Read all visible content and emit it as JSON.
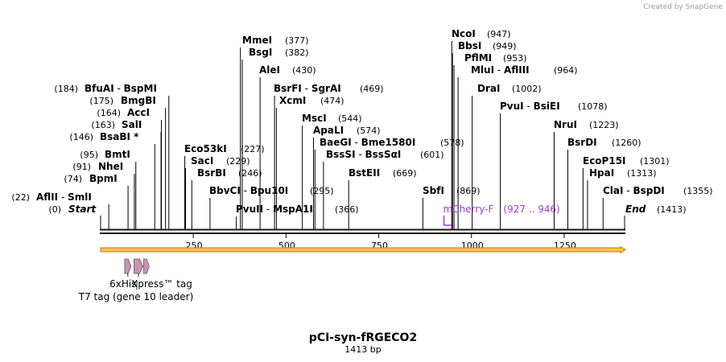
{
  "credit": "Created by SnapGene",
  "plasmid": {
    "name": "pCI-syn-fRGECO2",
    "length_label": "1413 bp",
    "length": 1413
  },
  "terminals": [
    {
      "name": "Start",
      "pos_label": "(0)",
      "pos": 0
    },
    {
      "name": "End",
      "pos_label": "(1413)",
      "pos": 1413
    }
  ],
  "ruler_ticks": [
    "250",
    "500",
    "750",
    "1000",
    "1250"
  ],
  "sites": [
    {
      "names": [
        "AflII",
        "SmlI"
      ],
      "pos": 22,
      "pos_label": "(22)"
    },
    {
      "names": [
        "BpmI"
      ],
      "pos": 74,
      "pos_label": "(74)"
    },
    {
      "names": [
        "NheI"
      ],
      "pos": 91,
      "pos_label": "(91)"
    },
    {
      "names": [
        "BmtI"
      ],
      "pos": 95,
      "pos_label": "(95)"
    },
    {
      "names": [
        "BsaBI *"
      ],
      "pos": 146,
      "pos_label": "(146)"
    },
    {
      "names": [
        "SalI"
      ],
      "pos": 163,
      "pos_label": "(163)"
    },
    {
      "names": [
        "AccI"
      ],
      "pos": 164,
      "pos_label": "(164)"
    },
    {
      "names": [
        "BmgBI"
      ],
      "pos": 175,
      "pos_label": "(175)"
    },
    {
      "names": [
        "BfuAI",
        "BspMI"
      ],
      "pos": 184,
      "pos_label": "(184)"
    },
    {
      "names": [
        "Eco53kI"
      ],
      "pos": 227,
      "pos_label": "(227)"
    },
    {
      "names": [
        "SacI"
      ],
      "pos": 229,
      "pos_label": "(229)"
    },
    {
      "names": [
        "BsrBI"
      ],
      "pos": 246,
      "pos_label": "(246)"
    },
    {
      "names": [
        "BbvCI",
        "Bpu10I"
      ],
      "pos": 295,
      "pos_label": "(295)"
    },
    {
      "names": [
        "PvuII",
        "MspA1I"
      ],
      "pos": 366,
      "pos_label": "(366)"
    },
    {
      "names": [
        "MmeI"
      ],
      "pos": 377,
      "pos_label": "(377)"
    },
    {
      "names": [
        "BsgI"
      ],
      "pos": 382,
      "pos_label": "(382)"
    },
    {
      "names": [
        "AleI"
      ],
      "pos": 430,
      "pos_label": "(430)"
    },
    {
      "names": [
        "BsrFI",
        "SgrAI"
      ],
      "pos": 469,
      "pos_label": "(469)"
    },
    {
      "names": [
        "XcmI"
      ],
      "pos": 474,
      "pos_label": "(474)"
    },
    {
      "names": [
        "MscI"
      ],
      "pos": 544,
      "pos_label": "(544)"
    },
    {
      "names": [
        "ApaLI"
      ],
      "pos": 574,
      "pos_label": "(574)"
    },
    {
      "names": [
        "BaeGI",
        "Bme1580I"
      ],
      "pos": 578,
      "pos_label": "(578)"
    },
    {
      "names": [
        "BssSI",
        "BssSαI"
      ],
      "pos": 601,
      "pos_label": "(601)"
    },
    {
      "names": [
        "BstEII"
      ],
      "pos": 669,
      "pos_label": "(669)"
    },
    {
      "names": [
        "SbfI"
      ],
      "pos": 869,
      "pos_label": "(869)"
    },
    {
      "names": [
        "NcoI"
      ],
      "pos": 947,
      "pos_label": "(947)"
    },
    {
      "names": [
        "BbsI"
      ],
      "pos": 949,
      "pos_label": "(949)"
    },
    {
      "names": [
        "PflMI"
      ],
      "pos": 953,
      "pos_label": "(953)"
    },
    {
      "names": [
        "MluI",
        "AflIII"
      ],
      "pos": 964,
      "pos_label": "(964)"
    },
    {
      "names": [
        "DraI"
      ],
      "pos": 1002,
      "pos_label": "(1002)"
    },
    {
      "names": [
        "PvuI",
        "BsiEI"
      ],
      "pos": 1078,
      "pos_label": "(1078)"
    },
    {
      "names": [
        "NruI"
      ],
      "pos": 1223,
      "pos_label": "(1223)"
    },
    {
      "names": [
        "BsrDI"
      ],
      "pos": 1260,
      "pos_label": "(1260)"
    },
    {
      "names": [
        "EcoP15I"
      ],
      "pos": 1301,
      "pos_label": "(1301)"
    },
    {
      "names": [
        "HpaI"
      ],
      "pos": 1313,
      "pos_label": "(1313)"
    },
    {
      "names": [
        "ClaI",
        "BspDI"
      ],
      "pos": 1355,
      "pos_label": "(1355)"
    }
  ],
  "primer": {
    "name": "mCherry-F",
    "range_label": "(927 .. 946)",
    "start": 927,
    "end": 946,
    "color": "#a238d8"
  },
  "features": [
    {
      "name": "6xHis",
      "start": 65,
      "end": 82,
      "color": "#c497b0"
    },
    {
      "name": "Xpress™ tag",
      "start": 90,
      "end": 114,
      "color": "#c497b0"
    },
    {
      "name": "T7 tag (gene 10 leader)",
      "start": 116,
      "end": 131,
      "color": "#c497b0"
    }
  ],
  "colors": {
    "backbone": "#1a1a1a",
    "orf_fill": "#f4c25f",
    "orf_stroke": "#c77c00",
    "feature": "#c497b0",
    "primer": "#a238d8"
  }
}
